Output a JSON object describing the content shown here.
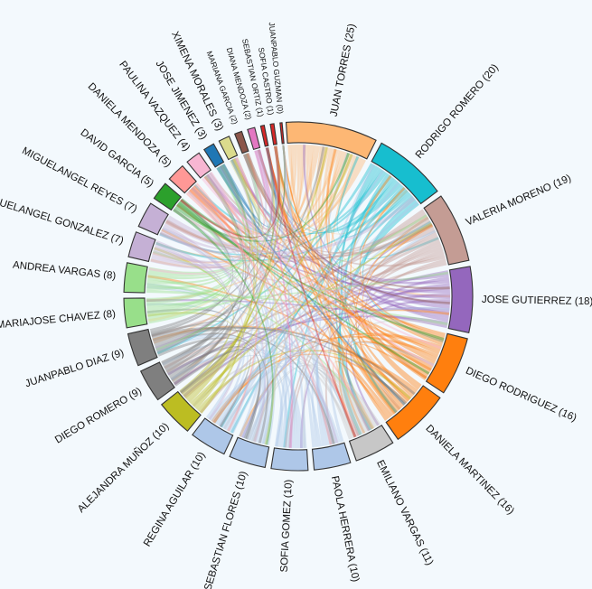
{
  "chart_data": {
    "type": "chord",
    "nodes": [
      {
        "name": "JUAN TORRES",
        "value": 25,
        "color": "#fdb774"
      },
      {
        "name": "RODRIGO ROMERO",
        "value": 20,
        "color": "#17becf"
      },
      {
        "name": "VALERIA MORENO",
        "value": 19,
        "color": "#c49c94"
      },
      {
        "name": "JOSE GUTIERREZ",
        "value": 18,
        "color": "#9467bd"
      },
      {
        "name": "DIEGO RODRIGUEZ",
        "value": 16,
        "color": "#ff7f0e"
      },
      {
        "name": "DANIELA MARTINEZ",
        "value": 16,
        "color": "#ff7f0e"
      },
      {
        "name": "EMILIANO VARGAS",
        "value": 11,
        "color": "#c7c7c7"
      },
      {
        "name": "PAOLA HERRERA",
        "value": 10,
        "color": "#aec7e8"
      },
      {
        "name": "SOFIA GOMEZ",
        "value": 10,
        "color": "#aec7e8"
      },
      {
        "name": "SEBASTIAN FLORES",
        "value": 10,
        "color": "#aec7e8"
      },
      {
        "name": "REGINA AGUILAR",
        "value": 10,
        "color": "#aec7e8"
      },
      {
        "name": "ALEJANDRA MUÑOZ",
        "value": 10,
        "color": "#bcbd22"
      },
      {
        "name": "DIEGO ROMERO",
        "value": 9,
        "color": "#7f7f7f"
      },
      {
        "name": "JUANPABLO DIAZ",
        "value": 9,
        "color": "#7f7f7f"
      },
      {
        "name": "MARIAJOSE CHAVEZ",
        "value": 8,
        "color": "#98df8a"
      },
      {
        "name": "ANDREA VARGAS",
        "value": 8,
        "color": "#98df8a"
      },
      {
        "name": "MIGUELANGEL GONZALEZ",
        "value": 7,
        "color": "#c5b0d5"
      },
      {
        "name": "MIGUELANGEL REYES",
        "value": 7,
        "color": "#c5b0d5"
      },
      {
        "name": "DAVID GARCIA",
        "value": 5,
        "color": "#2ca02c"
      },
      {
        "name": "DANIELA MENDOZA",
        "value": 5,
        "color": "#ff9896"
      },
      {
        "name": "PAULINA VAZQUEZ",
        "value": 4,
        "color": "#f7b6d2"
      },
      {
        "name": "JOSE JIMENEZ",
        "value": 3,
        "color": "#1f77b4"
      },
      {
        "name": "XIMENA MORALES",
        "value": 3,
        "color": "#dbdb8d"
      },
      {
        "name": "MARIANA GARCIA",
        "value": 2,
        "color": "#8c564b"
      },
      {
        "name": "DIANA MENDOZA",
        "value": 2,
        "color": "#e377c2"
      },
      {
        "name": "SEBASTIAN ORTIZ",
        "value": 1,
        "color": "#d62728"
      },
      {
        "name": "SOFIA CASTRO",
        "value": 1,
        "color": "#d62728"
      },
      {
        "name": "JUANPABLO GUZMAN",
        "value": 0,
        "color": "#d62728"
      }
    ]
  }
}
